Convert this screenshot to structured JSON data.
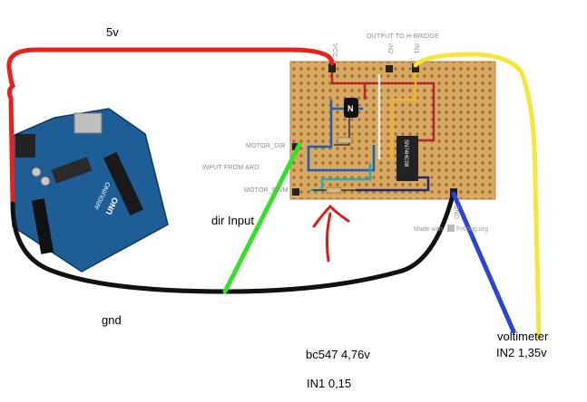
{
  "labels": {
    "five_v": "5v",
    "dir_input": "dir Input",
    "gnd": "gnd",
    "bc547": "bc547 4,76v",
    "in1": "IN1 0,15",
    "voltimeter": "voltimeter",
    "in2": "IN2 1,35v"
  },
  "board": {
    "output_to_hbridge": "OUTPUT TO H-BRIDGE",
    "vcc": "VCC",
    "in2": "IN2",
    "in1": "IN1",
    "motor_dir": "MOTOR_DIR",
    "input_from_ard": "INPUT FROM ARD",
    "motor_pwm": "MOTOR_PWM",
    "gnd": "GND",
    "chip": "SN74HC08",
    "transistor": "N",
    "made_with": "Made with",
    "fritzing": "Fritzing.org"
  },
  "arduino": {
    "brand": "ARDUINO",
    "model": "UNO"
  },
  "colors": {
    "wire_5v": "#e8211b",
    "wire_gnd": "#111111",
    "wire_dir": "#33e02a",
    "wire_yellow": "#f5e63a",
    "wire_blue": "#2a44d6",
    "arrow": "#e01a1a",
    "board": "#d7a560",
    "arduino": "#1c5a92"
  }
}
